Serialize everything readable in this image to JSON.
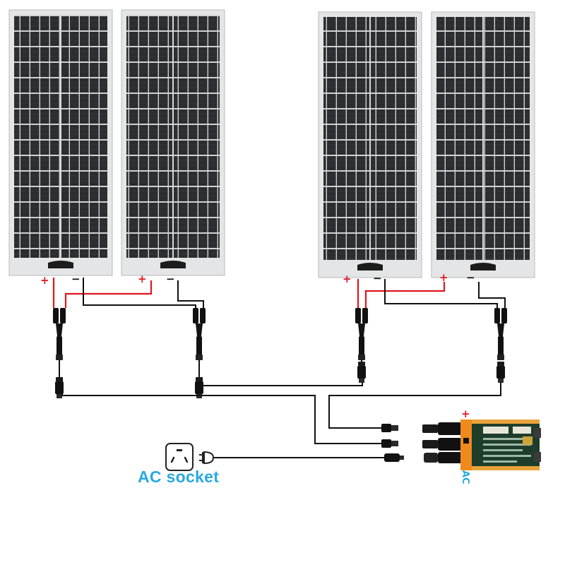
{
  "labels": {
    "plus": "+",
    "minus": "−",
    "ac_socket": "AC socket",
    "ac_short": "AC"
  },
  "colors": {
    "positive": "#e0161e",
    "negative": "#111111",
    "accent": "#29a9e1",
    "inverter_body": "#f08a1c",
    "inverter_panel": "#1e3d2b",
    "panel_cell": "#2a2c2f",
    "panel_frame": "#d9dadb"
  },
  "icons": [
    "solar-panel-icon",
    "mc4-y-branch-connector-icon",
    "micro-inverter-icon",
    "ac-outlet-icon",
    "ac-plug-icon"
  ],
  "diagram": {
    "panels": 4,
    "inverter": "micro-inverter",
    "output": "AC socket"
  }
}
